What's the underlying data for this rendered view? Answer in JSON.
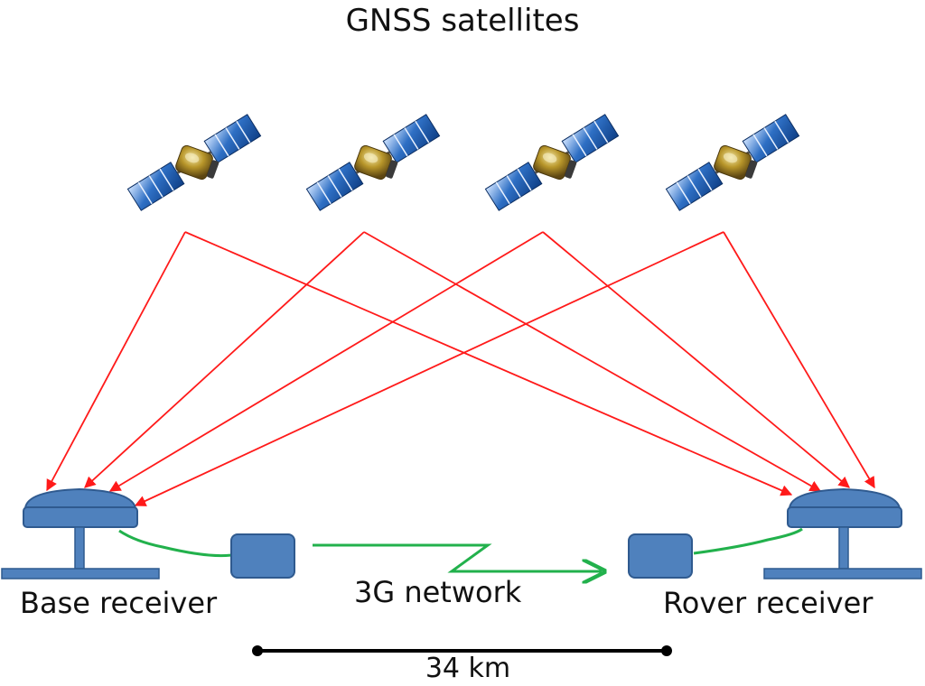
{
  "title": "GNSS satellites",
  "base": {
    "label": "Base receiver"
  },
  "rover": {
    "label": "Rover receiver"
  },
  "network": {
    "label": "3G network"
  },
  "distance": {
    "label": "34 km"
  },
  "satellites": [
    {
      "name": "satellite-1"
    },
    {
      "name": "satellite-2"
    },
    {
      "name": "satellite-3"
    },
    {
      "name": "satellite-4"
    }
  ],
  "colors": {
    "signal": "#ff1a1a",
    "link": "#22b14c",
    "receiver": "#4f81bd",
    "receiver_dark": "#2f5a8f",
    "panel": "#2e6fc4",
    "body": "#b8962a",
    "baseline": "#000000"
  },
  "icons": {
    "satellite": "satellite-icon",
    "antenna": "gnss-antenna-icon",
    "modem": "modem-icon"
  }
}
